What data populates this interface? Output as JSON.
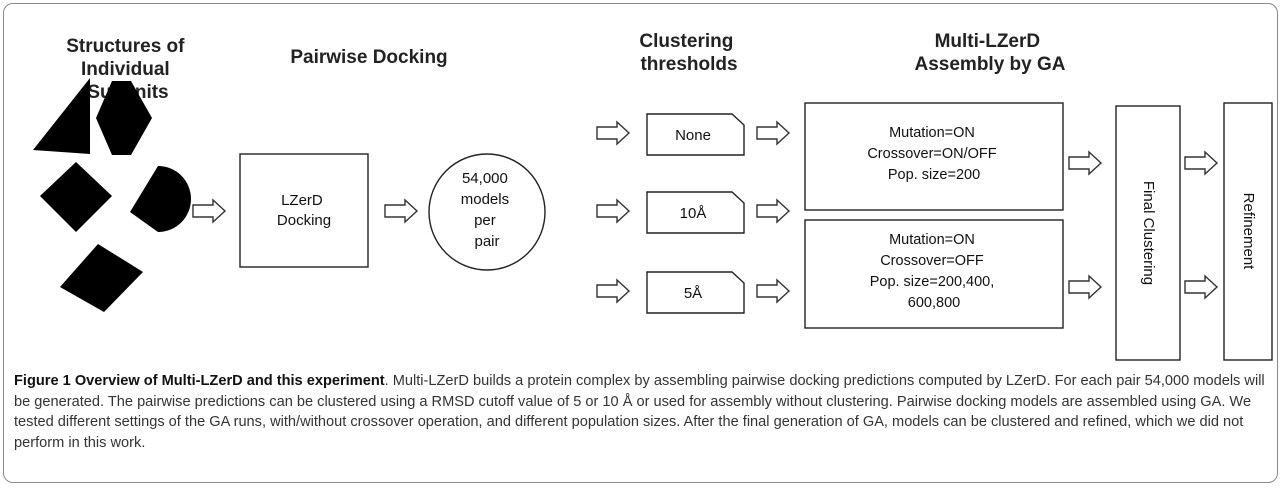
{
  "headers": {
    "structures": [
      "Structures of",
      "Individual",
      "Subunits"
    ],
    "pairwise": "Pairwise Docking",
    "clustering": [
      "Clustering",
      "thresholds"
    ],
    "multi": [
      "Multi-LZerD",
      "Assembly by GA"
    ]
  },
  "boxes": {
    "lzerd": [
      "LZerD",
      "Docking"
    ],
    "models": [
      "54,000",
      "models",
      "per",
      "pair"
    ],
    "threshold_none": "None",
    "threshold_10": "10Å",
    "threshold_5": "5Å",
    "ga_top": [
      "Mutation=ON",
      "Crossover=ON/OFF",
      "Pop. size=200"
    ],
    "ga_bottom": [
      "Mutation=ON",
      "Crossover=OFF",
      "Pop. size=200,400,",
      "600,800"
    ],
    "final_clustering": "Final Clustering",
    "refinement": "Refinement"
  },
  "caption": {
    "title": "Figure 1 Overview of Multi-LZerD and this experiment",
    "body": ". Multi-LZerD builds a protein complex by assembling pairwise docking predictions computed by LZerD. For each pair 54,000 models will be generated. The pairwise predictions can be clustered using a RMSD cutoff value of 5 or 10 Å or used for assembly without clustering. Pairwise docking models are assembled using GA. We tested different settings of the GA runs, with/without crossover operation, and different population sizes. After the final generation of GA, models can be clustered and refined, which we did not perform in this work."
  }
}
